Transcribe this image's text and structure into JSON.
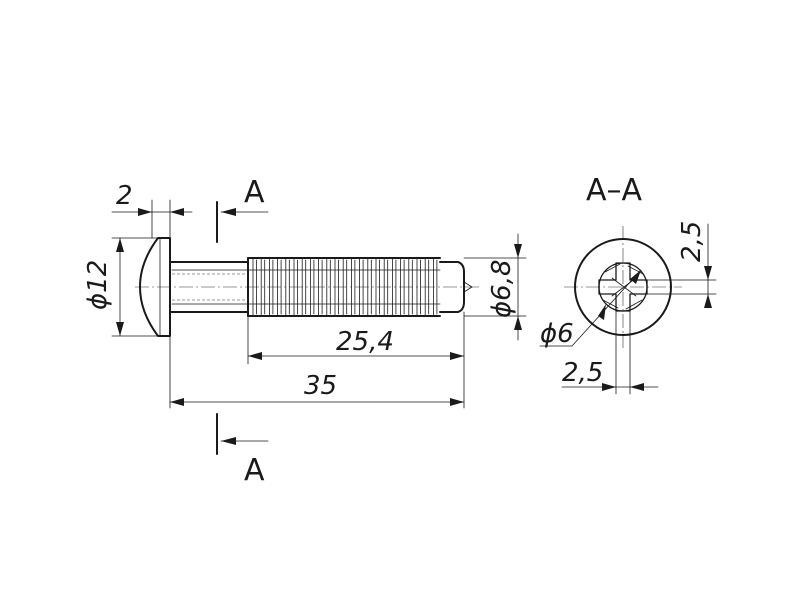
{
  "section": {
    "title": "A–A",
    "cut_letter_top": "A",
    "cut_letter_bottom": "A"
  },
  "dimensions": {
    "head_height": "2",
    "head_diameter": "ϕ12",
    "shank_diameter": "ϕ6,8",
    "thread_length": "25,4",
    "total_length": "35",
    "recess_diameter": "ϕ6",
    "slot_width_vertical": "2,5",
    "slot_width_horizontal": "2,5"
  },
  "colors": {
    "ink": "#1a1a1a",
    "paper": "#ffffff"
  }
}
